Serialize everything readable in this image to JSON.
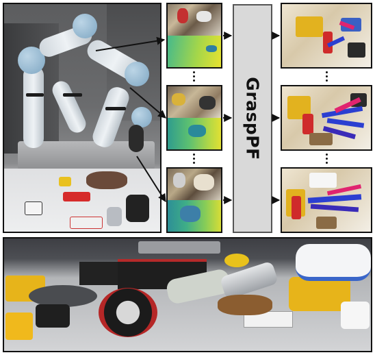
{
  "method_label": "GraspPF",
  "photos": {
    "robot_setup": "robot-arm-photo",
    "clutter_scene": "cluttered-objects-photo"
  },
  "colors": {
    "frame": "#111111",
    "grasppf_fill": "#d9d9d9",
    "grasp_marker": "#2b3fd1",
    "grasp_marker_accent": "#e0246f"
  }
}
